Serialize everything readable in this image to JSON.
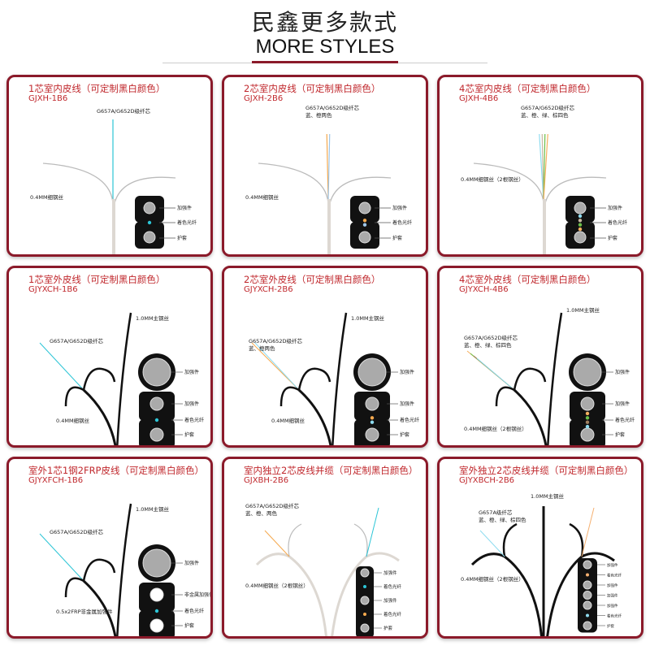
{
  "header": {
    "title": "民鑫更多款式",
    "subtitle": "MORE STYLES",
    "accent": "#8b1a2a"
  },
  "cards": [
    {
      "kind": "indoor",
      "title": "1芯室内皮线（可定制黑白颜色）",
      "model": "GJXH-1B6",
      "fiber_label": [
        "G657A/G652D级纤芯"
      ],
      "fiber_colors": [
        "#2cc5d6"
      ],
      "wire_label": "0.4MM细钢丝",
      "section_labels": [
        "加强件",
        "着色光纤",
        "护套"
      ]
    },
    {
      "kind": "indoor",
      "title": "2芯室内皮线（可定制黑白颜色）",
      "model": "GJXH-2B6",
      "fiber_label": [
        "G657A/G652D级纤芯",
        "蓝、橙两色"
      ],
      "fiber_colors": [
        "#f5a94e",
        "#9ec6ea"
      ],
      "wire_label": "0.4MM细钢丝",
      "section_labels": [
        "加强件",
        "着色光纤",
        "护套"
      ]
    },
    {
      "kind": "indoor",
      "title": "4芯室内皮线（可定制黑白颜色）",
      "model": "GJXH-4B6",
      "fiber_label": [
        "G657A/G652D级纤芯",
        "蓝、橙、绿、棕四色"
      ],
      "fiber_colors": [
        "#8fdcf0",
        "#c8b8a0",
        "#6cc04a",
        "#f5b060"
      ],
      "wire_label": "0.4MM细钢丝（2根钢丝）",
      "section_labels": [
        "加强件",
        "着色光纤",
        "护套"
      ]
    },
    {
      "kind": "outdoor",
      "title": "1芯室外皮线（可定制黑白颜色）",
      "model": "GJYXCH-1B6",
      "main_wire_label": "1.0MM主钢丝",
      "fiber_label": [
        "G657A/G652D级纤芯"
      ],
      "fiber_colors": [
        "#2cc5d6"
      ],
      "wire_label": "0.4MM细钢丝",
      "section_labels": [
        "加强件",
        "加强件",
        "着色光纤",
        "护套"
      ]
    },
    {
      "kind": "outdoor",
      "title": "2芯室外皮线（可定制黑白颜色）",
      "model": "GJYXCH-2B6",
      "main_wire_label": "1.0MM主钢丝",
      "fiber_label": [
        "G657A/G652D级纤芯",
        "蓝、橙两色"
      ],
      "fiber_colors": [
        "#f5a94e",
        "#8fdcf0"
      ],
      "wire_label": "0.4MM细钢丝",
      "section_labels": [
        "加强件",
        "加强件",
        "着色光纤",
        "护套"
      ]
    },
    {
      "kind": "outdoor",
      "title": "4芯室外皮线（可定制黑白颜色）",
      "model": "GJYXCH-4B6",
      "main_wire_label": "1.0MM主钢丝",
      "fiber_label": [
        "G657A/G652D级纤芯",
        "蓝、橙、绿、棕四色"
      ],
      "fiber_colors": [
        "#f5b060",
        "#6cc04a",
        "#a08060",
        "#8fdcf0"
      ],
      "wire_label": "0.4MM细钢丝（2根钢丝）",
      "section_labels": [
        "加强件",
        "加强件",
        "着色光纤",
        "护套"
      ]
    },
    {
      "kind": "frp",
      "title": "室外1芯1钢2FRP皮线（可定制黑白颜色）",
      "model": "GJYXFCH-1B6",
      "main_wire_label": "1.0MM主钢丝",
      "fiber_label": [
        "G657A/G652D级纤芯"
      ],
      "fiber_colors": [
        "#2cc5d6"
      ],
      "wire_label": "0.5x2FRP非金属加强件",
      "section_labels": [
        "加强件",
        "非金属加强件",
        "着色光纤",
        "护套"
      ]
    },
    {
      "kind": "parallel_indoor",
      "title": "室内独立2芯皮线并缆（可定制黑白颜色）",
      "model": "GJXBH-2B6",
      "fiber_label": [
        "G657A/G652D级纤芯",
        "蓝、橙、两色"
      ],
      "fiber_colors": [
        "#f5a94e",
        "#2cc5d6"
      ],
      "wire_label": "0.4MM细钢丝（2根钢丝）",
      "section_labels": [
        "加强件",
        "着色光纤",
        "加强件",
        "着色光纤",
        "护套"
      ]
    },
    {
      "kind": "parallel_outdoor",
      "title": "室外独立2芯皮线并缆（可定制黑白颜色）",
      "model": "GJYXBCH-2B6",
      "main_wire_label": "1.0MM主钢丝",
      "fiber_label": [
        "G657A级纤芯",
        "蓝、橙、绿、棕四色"
      ],
      "fiber_colors": [
        "#8fdcf0",
        "#f5b070"
      ],
      "wire_label": "0.4MM细钢丝（2根钢丝）",
      "section_labels": [
        "加强件",
        "着色光纤",
        "加强件",
        "加强件",
        "加强件",
        "着色光纤",
        "护套"
      ]
    }
  ]
}
